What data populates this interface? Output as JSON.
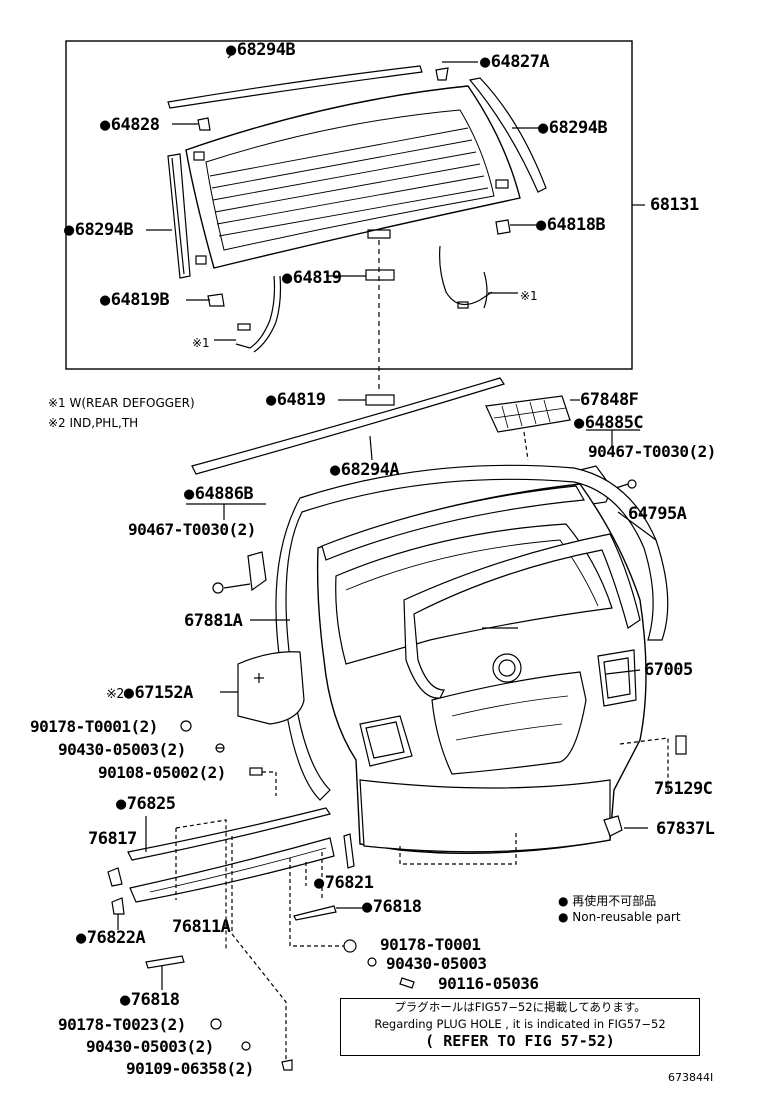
{
  "parts": {
    "p68294B_top": "68294B",
    "p64827A": "64827A",
    "p64828": "64828",
    "p68294B_right": "68294B",
    "p68131": "68131",
    "p68294B_left": "68294B",
    "p64818B": "64818B",
    "p64819_inner": "64819",
    "p64819B": "64819B",
    "p64819_outer": "64819",
    "p67848F": "67848F",
    "p64885C": "64885C",
    "p90467_right": "90467-T0030(2)",
    "p68294A": "68294A",
    "p64886B": "64886B",
    "p90467_left": "90467-T0030(2)",
    "p64795A": "64795A",
    "p67881A": "67881A",
    "p67005": "67005",
    "p67152A": "67152A",
    "p90178_T0001_2": "90178-T0001(2)",
    "p90430_05003_2a": "90430-05003(2)",
    "p90108_05002_2": "90108-05002(2)",
    "p75129C": "75129C",
    "p76825": "76825",
    "p67837L": "67837L",
    "p76817": "76817",
    "p76821": "76821",
    "p76818_a": "76818",
    "p76822A": "76822A",
    "p76811A": "76811A",
    "p90178_T0001": "90178-T0001",
    "p90430_05003": "90430-05003",
    "p90116_05036": "90116-05036",
    "p76818_b": "76818",
    "p90178_T0023_2": "90178-T0023(2)",
    "p90430_05003_2b": "90430-05003(2)",
    "p90109_06358_2": "90109-06358(2)"
  },
  "marks": {
    "x1": "※1",
    "x2": "※2"
  },
  "notes": {
    "x1_label": "※1  W(REAR DEFOGGER)",
    "x2_label": "※2  IND,PHL,TH",
    "legend_jp": "再使用不可部品",
    "legend_en": "Non-reusable part",
    "plug_jp": "プラグホールはFIG57−52に掲載してあります。",
    "plug_en": "Regarding  PLUG HOLE , it is indicated in FIG57−52",
    "plug_ref": "( REFER TO FIG 57-52)",
    "fig_id": "673844I"
  }
}
